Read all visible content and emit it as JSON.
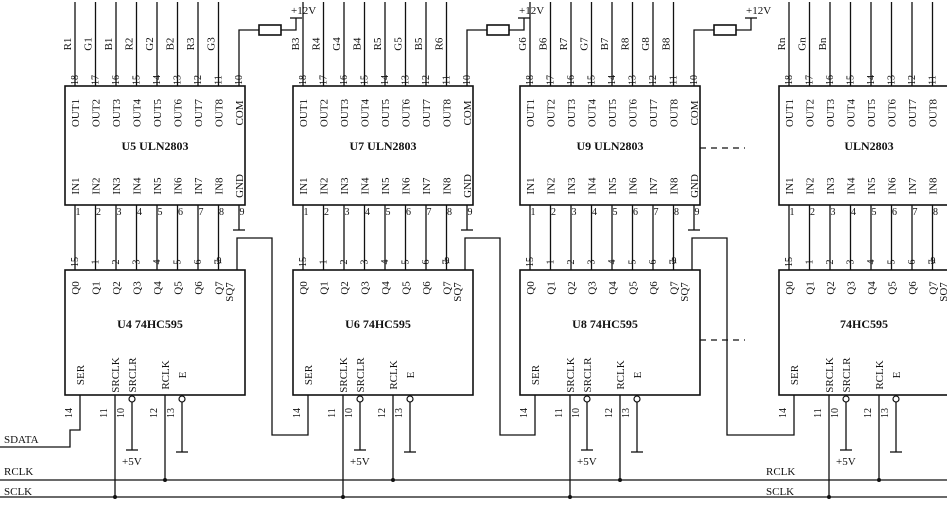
{
  "supply": {
    "vcc12": "+12V",
    "vcc5": "+5V"
  },
  "signals": {
    "sdata": "SDATA",
    "rclk": "RCLK",
    "sclk": "SCLK"
  },
  "uln_pins": {
    "out_names": [
      "OUT1",
      "OUT2",
      "OUT3",
      "OUT4",
      "OUT5",
      "OUT6",
      "OUT7",
      "OUT8",
      "COM"
    ],
    "out_numbers": [
      "18",
      "17",
      "16",
      "15",
      "14",
      "13",
      "12",
      "11",
      "10"
    ],
    "in_names": [
      "IN1",
      "IN2",
      "IN3",
      "IN4",
      "IN5",
      "IN6",
      "IN7",
      "IN8",
      "GND"
    ],
    "in_numbers": [
      "1",
      "2",
      "3",
      "4",
      "5",
      "6",
      "7",
      "8",
      "9"
    ]
  },
  "hc595_pins": {
    "q_names": [
      "Q0",
      "Q1",
      "Q2",
      "Q3",
      "Q4",
      "Q5",
      "Q6",
      "Q7"
    ],
    "q_numbers": [
      "15",
      "1",
      "2",
      "3",
      "4",
      "5",
      "6",
      "7"
    ],
    "sq7_name": "SQ7",
    "sq7_number": "9",
    "bottom_names": [
      "SER",
      "SRCLK",
      "SRCLR",
      "RCLK",
      "E"
    ],
    "bottom_numbers": [
      "14",
      "11",
      "10",
      "12",
      "13"
    ]
  },
  "stages": [
    {
      "uln_label": "U5 ULN2803",
      "hc_label": "U4 74HC595",
      "outputs": [
        "R1",
        "G1",
        "B1",
        "R2",
        "G2",
        "B2",
        "R3",
        "G3"
      ]
    },
    {
      "uln_label": "U7 ULN2803",
      "hc_label": "U6 74HC595",
      "outputs": [
        "B3",
        "R4",
        "G4",
        "B4",
        "R5",
        "G5",
        "B5",
        "R6"
      ]
    },
    {
      "uln_label": "U9 ULN2803",
      "hc_label": "U8 74HC595",
      "outputs": [
        "G6",
        "B6",
        "R7",
        "G7",
        "B7",
        "R8",
        "G8",
        "B8"
      ]
    },
    {
      "uln_label": "ULN2803",
      "hc_label": "74HC595",
      "outputs": [
        "Rn",
        "Gn",
        "Bn",
        "",
        "",
        "",
        "",
        ""
      ]
    }
  ]
}
